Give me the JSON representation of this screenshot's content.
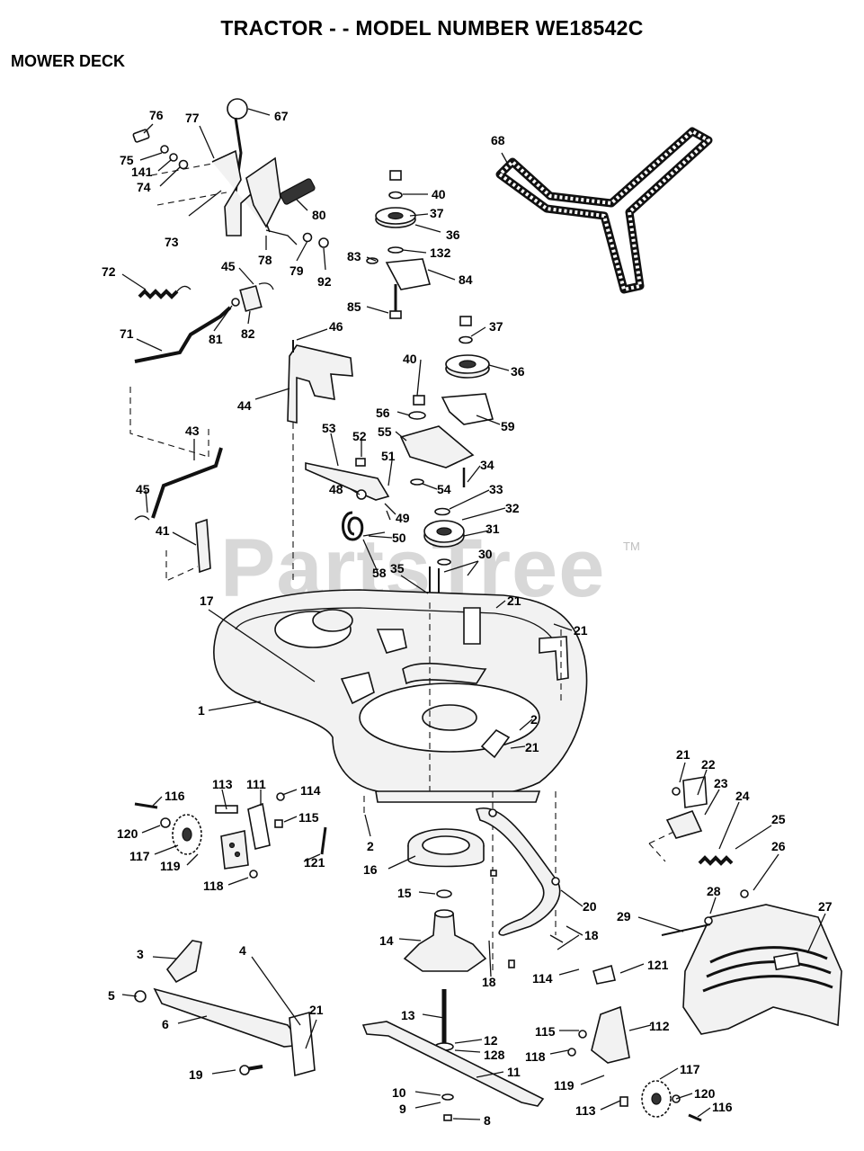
{
  "header": {
    "title": "TRACTOR - - MODEL NUMBER WE18542C",
    "section": "MOWER DECK"
  },
  "watermark": {
    "text": "PartsTree",
    "trademark": "TM"
  },
  "callouts": [
    "76",
    "77",
    "67",
    "75",
    "141",
    "74",
    "73",
    "78",
    "79",
    "92",
    "80",
    "68",
    "40",
    "37",
    "36",
    "83",
    "132",
    "84",
    "85",
    "72",
    "45",
    "81",
    "82",
    "71",
    "46",
    "37",
    "40",
    "36",
    "44",
    "56",
    "59",
    "55",
    "53",
    "52",
    "51",
    "34",
    "54",
    "48",
    "33",
    "32",
    "31",
    "49",
    "50",
    "43",
    "45",
    "41",
    "58",
    "35",
    "30",
    "21",
    "17",
    "21",
    "1",
    "2",
    "21",
    "113",
    "111",
    "114",
    "116",
    "115",
    "120",
    "117",
    "119",
    "121",
    "118",
    "2",
    "16",
    "21",
    "22",
    "23",
    "24",
    "25",
    "26",
    "15",
    "20",
    "28",
    "27",
    "29",
    "14",
    "18",
    "18",
    "114",
    "121",
    "3",
    "4",
    "5",
    "6",
    "21",
    "13",
    "12",
    "128",
    "11",
    "115",
    "112",
    "118",
    "119",
    "117",
    "19",
    "10",
    "9",
    "8",
    "113",
    "120",
    "116"
  ]
}
